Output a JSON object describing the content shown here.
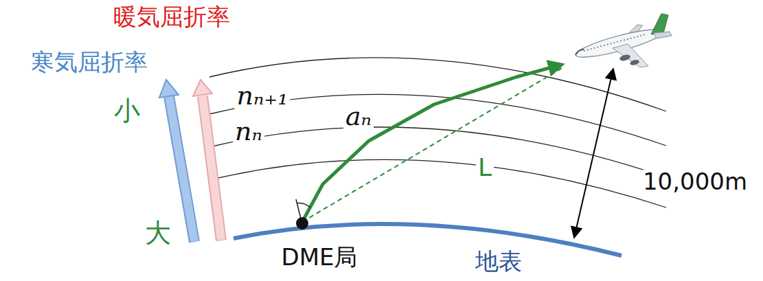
{
  "diagram": {
    "labels": [
      "暖気屈折率",
      "寒気屈折率",
      "小",
      "nₙ₊₁",
      "nₙ",
      "aₙ",
      "L",
      "10,000m",
      "大",
      "DME局",
      "地表"
    ]
  }
}
